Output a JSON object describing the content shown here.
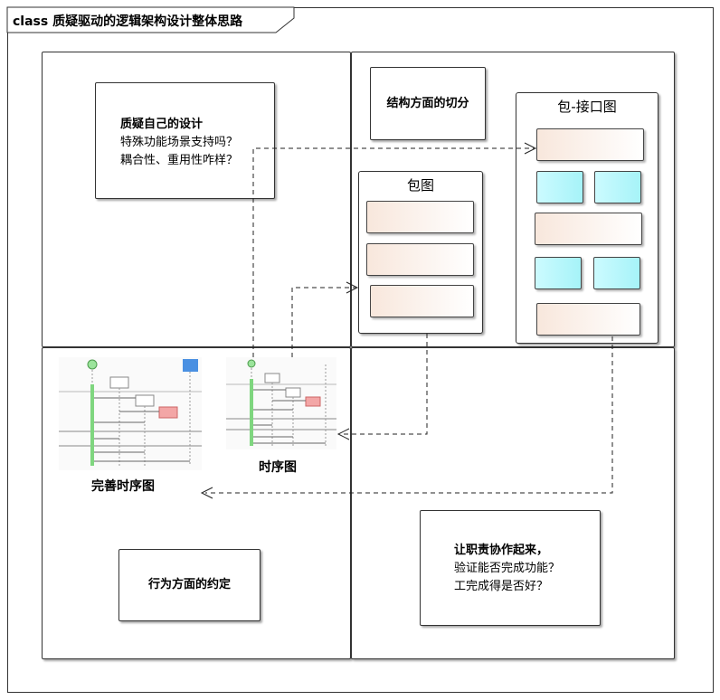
{
  "frame": {
    "tab_label": "class 质疑驱动的逻辑架构设计整体思路"
  },
  "quadrants": {
    "top_left_note": {
      "title": "质疑自己的设计",
      "line1": "特殊功能场景支持吗？",
      "line2": "耦合性、重用性咋样？"
    },
    "structure_note": {
      "title": "结构方面的切分"
    },
    "package_diagram": {
      "title": "包图"
    },
    "package_interface_diagram": {
      "title": "包-接口图"
    },
    "sequence_small": {
      "label": "时序图"
    },
    "sequence_full": {
      "label": "完善时序图"
    },
    "behavior_note": {
      "title": "行为方面的约定"
    },
    "responsibility_note": {
      "title": "让职责协作起来，",
      "line1": "验证能否完成功能？",
      "line2": "工完成得是否好？"
    }
  },
  "colors": {
    "border": "#333333",
    "class_peach": "#f8e7dc",
    "class_cyan": "#b8f6fa",
    "lifeline_green": "#7fd67f",
    "actor_blue": "#4a90e2",
    "highlight_red": "#f3a6a6"
  }
}
